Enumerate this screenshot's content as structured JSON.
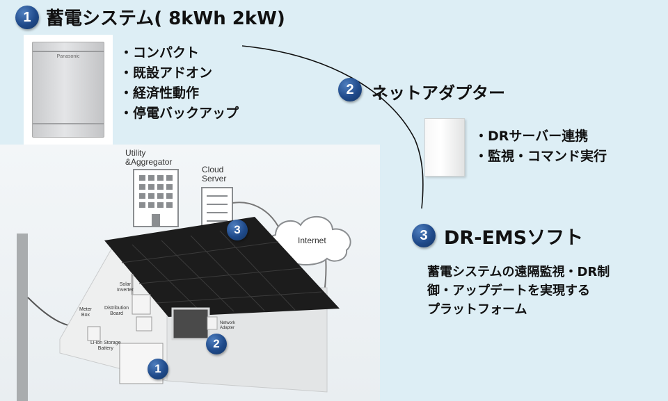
{
  "section1": {
    "number": "1",
    "title": "蓄電システム( 8kWh  2kW)",
    "features": [
      "コンパクト",
      "既設アドオン",
      "経済性動作",
      "停電バックアップ"
    ],
    "battery_brand": "Panasonic"
  },
  "section2": {
    "number": "2",
    "title": "ネットアダプター",
    "features": [
      "DRサーバー連携",
      "監視・コマンド実行"
    ]
  },
  "section3": {
    "number": "3",
    "title": "DR-EMSソフト",
    "description_lines": [
      "蓄電システムの遠隔監視・DR制",
      "御・アップデートを実現する",
      "プラットフォーム"
    ]
  },
  "illustration": {
    "utility_label_line1": "Utility",
    "utility_label_line2": "&Aggregator",
    "cloud_label_line1": "Cloud",
    "cloud_label_line2": "Server",
    "internet_label": "Internet",
    "meter_line1": "Meter",
    "meter_line2": "Box",
    "solar_line1": "Solar",
    "solar_line2": "Inverter",
    "distribution_line1": "Distribution",
    "distribution_line2": "Board",
    "storage_line1": "Li-ion Storage",
    "storage_line2": "Battery",
    "network_line1": "Network",
    "network_line2": "Adapter",
    "marker_cloud": "3",
    "marker_adapter": "2",
    "marker_battery": "1"
  },
  "colors": {
    "background": "#ddeef5",
    "badge": "#1f4a8a",
    "roof": "#1c1c1c",
    "house_wall": "#e9eaea"
  }
}
